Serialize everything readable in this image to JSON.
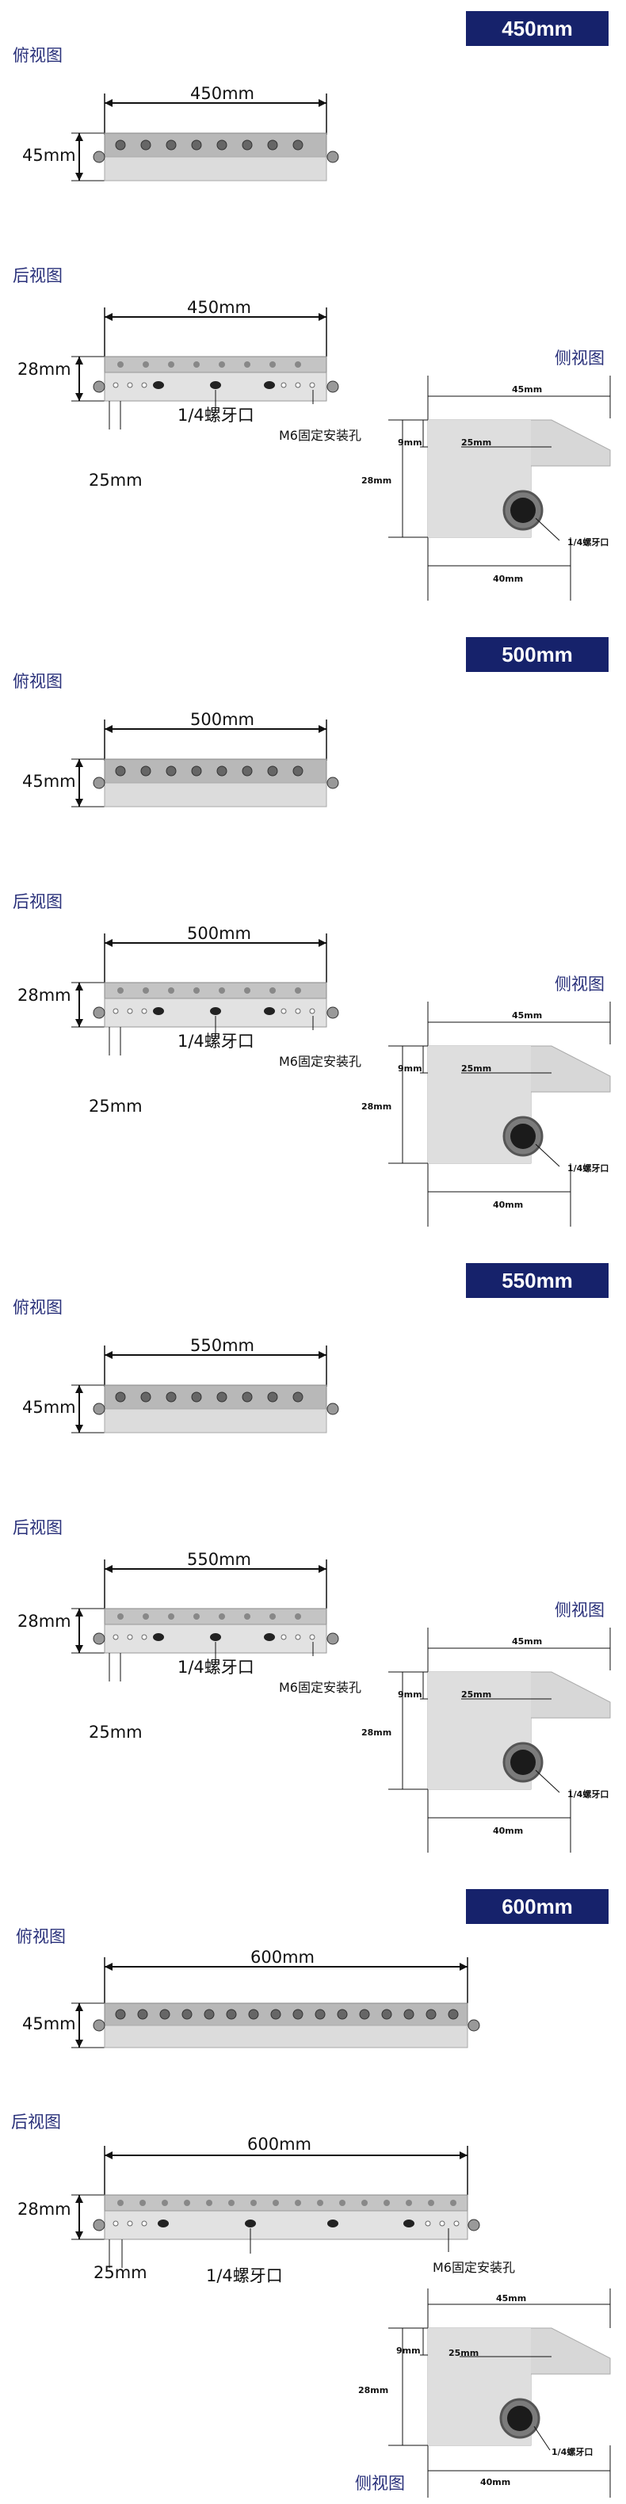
{
  "sections": [
    {
      "size_badge": "450mm",
      "top_view_label": "俯视图",
      "top_length": "450mm",
      "top_height": "45mm",
      "back_view_label": "后视图",
      "back_length": "450mm",
      "back_height": "28mm",
      "back_spacing": "25mm",
      "thread_label": "1/4螺牙口",
      "mount_label": "M6固定安装孔",
      "side_view_label": "侧视图",
      "side_width": "45mm",
      "side_height": "28mm",
      "side_offset": "9mm",
      "side_inner": "25mm",
      "side_bottom": "40mm",
      "side_thread": "1/4螺牙口"
    },
    {
      "size_badge": "500mm",
      "top_view_label": "俯视图",
      "top_length": "500mm",
      "top_height": "45mm",
      "back_view_label": "后视图",
      "back_length": "500mm",
      "back_height": "28mm",
      "back_spacing": "25mm",
      "thread_label": "1/4螺牙口",
      "mount_label": "M6固定安装孔",
      "side_view_label": "侧视图",
      "side_width": "45mm",
      "side_height": "28mm",
      "side_offset": "9mm",
      "side_inner": "25mm",
      "side_bottom": "40mm",
      "side_thread": "1/4螺牙口"
    },
    {
      "size_badge": "550mm",
      "top_view_label": "俯视图",
      "top_length": "550mm",
      "top_height": "45mm",
      "back_view_label": "后视图",
      "back_length": "550mm",
      "back_height": "28mm",
      "back_spacing": "25mm",
      "thread_label": "1/4螺牙口",
      "mount_label": "M6固定安装孔",
      "side_view_label": "侧视图",
      "side_width": "45mm",
      "side_height": "28mm",
      "side_offset": "9mm",
      "side_inner": "25mm",
      "side_bottom": "40mm",
      "side_thread": "1/4螺牙口"
    },
    {
      "size_badge": "600mm",
      "top_view_label": "俯视图",
      "top_length": "600mm",
      "top_height": "45mm",
      "back_view_label": "后视图",
      "back_length": "600mm",
      "back_height": "28mm",
      "back_spacing": "25mm",
      "thread_label": "1/4螺牙口",
      "mount_label": "M6固定安装孔",
      "side_view_label": "侧视图",
      "side_width": "45mm",
      "side_height": "28mm",
      "side_offset": "9mm",
      "side_inner": "25mm",
      "side_bottom": "40mm",
      "side_thread": "1/4螺牙口"
    }
  ]
}
